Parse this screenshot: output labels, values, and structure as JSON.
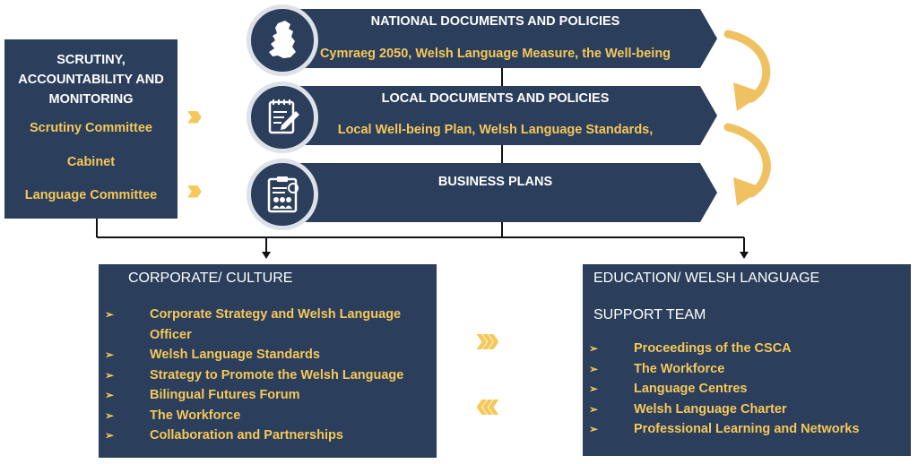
{
  "scrutiny": {
    "title_lines": [
      "SCRUTINY,",
      "ACCOUNTABILITY AND",
      "MONITORING"
    ],
    "items": [
      "Scrutiny Committee",
      "Cabinet",
      "Language Committee"
    ]
  },
  "bars": [
    {
      "title": "NATIONAL DOCUMENTS AND POLICIES",
      "subtitle": "Cymraeg 2050, Welsh Language Measure, the Well-being",
      "icon": "wales-map-icon"
    },
    {
      "title": "LOCAL DOCUMENTS AND POLICIES",
      "subtitle": "Local Well-being Plan, Welsh Language Standards,",
      "icon": "notepad-pen-icon"
    },
    {
      "title": "BUSINESS PLANS",
      "subtitle": "",
      "icon": "clipboard-team-icon"
    }
  ],
  "chevrons": {
    "right": "›››",
    "left": "‹‹‹"
  },
  "corporate": {
    "heading": "CORPORATE/ CULTURE",
    "items": [
      "Corporate Strategy and Welsh Language Officer",
      "Welsh Language Standards",
      "Strategy to Promote the Welsh Language",
      "Bilingual Futures Forum",
      "The Workforce",
      "Collaboration and Partnerships"
    ]
  },
  "education": {
    "heading_lines": [
      "EDUCATION/ WELSH LANGUAGE",
      "SUPPORT TEAM"
    ],
    "items": [
      "Proceedings of the CSCA",
      "The Workforce",
      "Language Centres",
      "Welsh Language Charter",
      "Professional Learning and Networks"
    ]
  },
  "bullet_marker": "➢",
  "colors": {
    "navy": "#2b3e5b",
    "yellow": "#f5c85a",
    "circle_border": "#dde1e8"
  }
}
